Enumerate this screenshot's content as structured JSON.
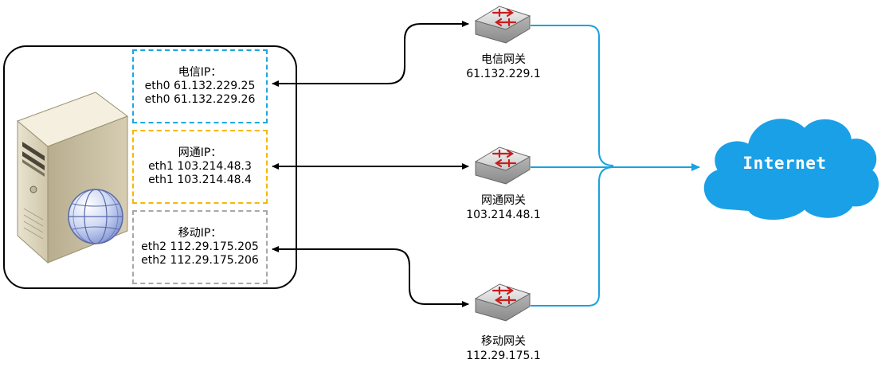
{
  "server": {
    "icon": "server-globe-icon",
    "ip_groups": [
      {
        "title": "电信IP：",
        "lines": [
          "eth0 61.132.229.25",
          "eth0 61.132.229.26"
        ],
        "color": "#1ea7df"
      },
      {
        "title": "网通IP：",
        "lines": [
          "eth1 103.214.48.3",
          "eth1 103.214.48.4"
        ],
        "color": "#f5b800"
      },
      {
        "title": "移动IP：",
        "lines": [
          "eth2 112.29.175.205",
          "eth2 112.29.175.206"
        ],
        "color": "#a8a8a8"
      }
    ]
  },
  "gateways": [
    {
      "name": "电信网关",
      "ip": "61.132.229.1",
      "icon": "router-icon"
    },
    {
      "name": "网通网关",
      "ip": "103.214.48.1",
      "icon": "router-icon"
    },
    {
      "name": "移动网关",
      "ip": "112.29.175.1",
      "icon": "router-icon"
    }
  ],
  "internet": {
    "label": "Internet",
    "color": "#1aa0e6",
    "icon": "cloud-icon"
  },
  "colors": {
    "uplink": "#17a3df",
    "link": "#000000"
  }
}
